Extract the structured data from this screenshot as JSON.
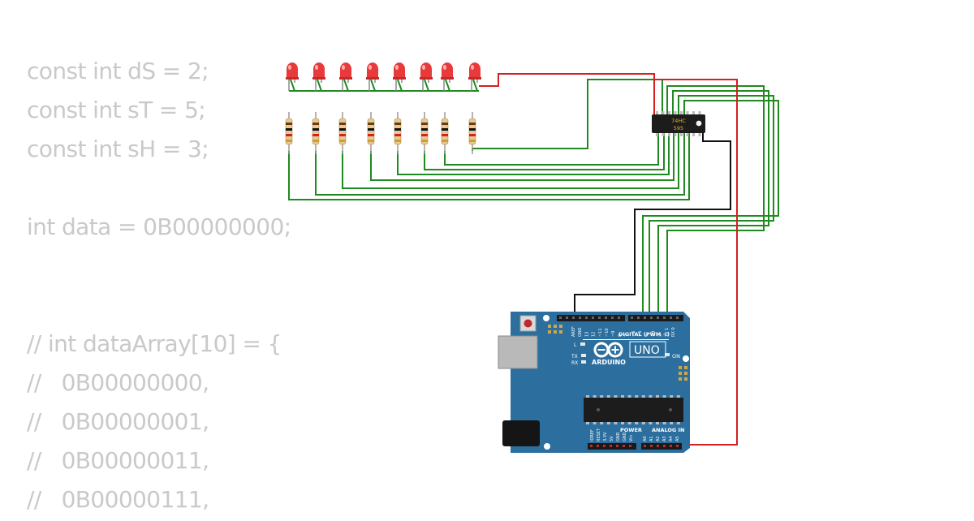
{
  "code": {
    "lines": [
      "const int dS = 2;",
      "const int sT = 5;",
      "const int sH = 3;",
      "",
      "int data = 0B00000000;",
      "",
      "",
      "// int dataArray[10] = {",
      "//   0B00000000,",
      "//   0B00000001,",
      "//   0B00000011,",
      "//   0B00000111,"
    ]
  },
  "circuit": {
    "led_count": 8,
    "chip": {
      "line1": "74HC",
      "line2": "595"
    },
    "board": {
      "brand": "ARDUINO",
      "model": "UNO",
      "digital_label": "DIGITAL (PWM ~)",
      "power_label": "POWER",
      "analog_label": "ANALOG IN",
      "on_label": "ON",
      "l_label": "L",
      "tx_label": "TX",
      "rx_label": "RX",
      "top_pin_labels": [
        "AREF",
        "GND",
        "13",
        "12",
        "~11",
        "~10",
        "~9",
        "8",
        "7",
        "~6",
        "~5",
        "4",
        "~3",
        "2",
        "TX 1",
        "RX 0"
      ],
      "power_pin_labels": [
        "IOREF",
        "RESET",
        "3.3V",
        "5V",
        "GND",
        "GND",
        "Vin"
      ],
      "analog_pin_labels": [
        "A0",
        "A1",
        "A2",
        "A3",
        "A4",
        "A5"
      ]
    },
    "colors": {
      "led": "#e83a3a",
      "board": "#2c6f9f",
      "wire_green": "#1f8a1f",
      "wire_red": "#d42020",
      "wire_black": "#111111",
      "chip": "#1c1c1c",
      "chip_text": "#e8b820"
    }
  }
}
